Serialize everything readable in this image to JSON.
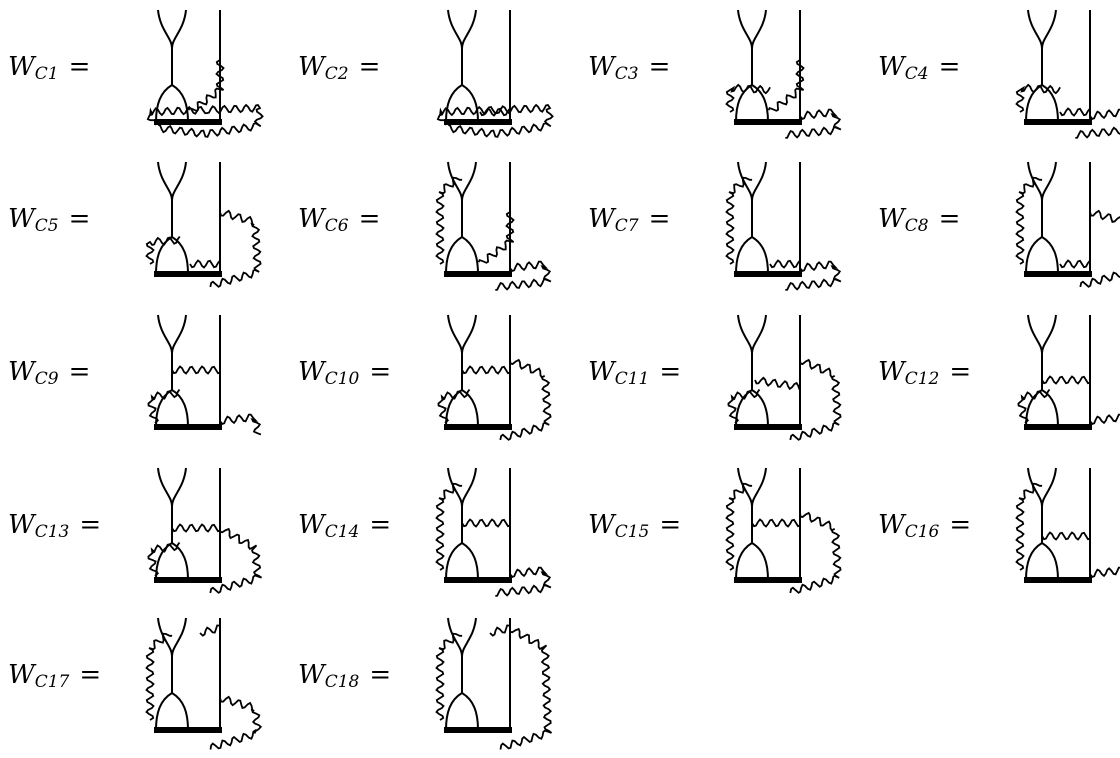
{
  "diagrams": [
    {
      "base": "W",
      "sub": "C1",
      "eq": "="
    },
    {
      "base": "W",
      "sub": "C2",
      "eq": "="
    },
    {
      "base": "W",
      "sub": "C3",
      "eq": "="
    },
    {
      "base": "W",
      "sub": "C4",
      "eq": "="
    },
    {
      "base": "W",
      "sub": "C5",
      "eq": "="
    },
    {
      "base": "W",
      "sub": "C6",
      "eq": "="
    },
    {
      "base": "W",
      "sub": "C7",
      "eq": "="
    },
    {
      "base": "W",
      "sub": "C8",
      "eq": "="
    },
    {
      "base": "W",
      "sub": "C9",
      "eq": "="
    },
    {
      "base": "W",
      "sub": "C10",
      "eq": "="
    },
    {
      "base": "W",
      "sub": "C11",
      "eq": "="
    },
    {
      "base": "W",
      "sub": "C12",
      "eq": "="
    },
    {
      "base": "W",
      "sub": "C13",
      "eq": "="
    },
    {
      "base": "W",
      "sub": "C14",
      "eq": "="
    },
    {
      "base": "W",
      "sub": "C15",
      "eq": "="
    },
    {
      "base": "W",
      "sub": "C16",
      "eq": "="
    },
    {
      "base": "W",
      "sub": "C17",
      "eq": "="
    },
    {
      "base": "W",
      "sub": "C18",
      "eq": "="
    }
  ]
}
